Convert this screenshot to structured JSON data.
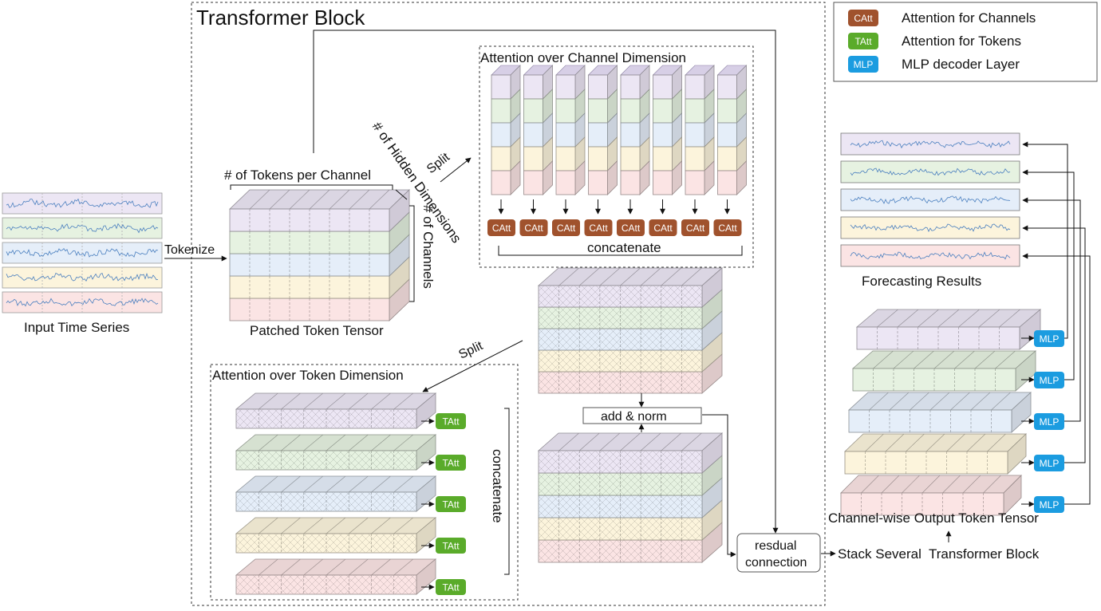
{
  "transformer_block": {
    "title": "Transformer Block"
  },
  "legend": {
    "items": [
      {
        "tag": "CAtt",
        "label": "Attention for Channels",
        "color": "#a0522d"
      },
      {
        "tag": "TAtt",
        "label": "Attention for Tokens",
        "color": "#5aab2a"
      },
      {
        "tag": "MLP",
        "label": "MLP decoder Layer",
        "color": "#1b9ce0"
      }
    ]
  },
  "input": {
    "caption": "Input Time Series",
    "tokenize": "Tokenize"
  },
  "patched_tensor": {
    "caption": "Patched Token Tensor",
    "tokens_per_channel": "# of Tokens per Channel",
    "hidden_dims": "# of Hidden Dimensions",
    "channels": "# of Channels"
  },
  "channel_attention": {
    "title": "Attention over Channel Dimension",
    "split": "Split",
    "pill": "CAtt",
    "concat": "concatenate"
  },
  "token_attention": {
    "title": "Attention over Token Dimension",
    "split": "Split",
    "pill": "TAtt",
    "concat": "concatenate"
  },
  "add_norm": "add & norm",
  "residual": {
    "line1": "resdual",
    "line2": "connection"
  },
  "stack": "Stack Several  Transformer Block",
  "forecast": {
    "caption": "Forecasting Results"
  },
  "output": {
    "caption": "Channel-wise Output Token Tensor",
    "pill": "MLP"
  },
  "colors": {
    "purple": "#ece6f4",
    "green": "#e6f2e1",
    "blue": "#e5eef9",
    "yellow": "#fcf4dc",
    "red": "#fbe4e4",
    "signal": "#4a7fbf"
  }
}
